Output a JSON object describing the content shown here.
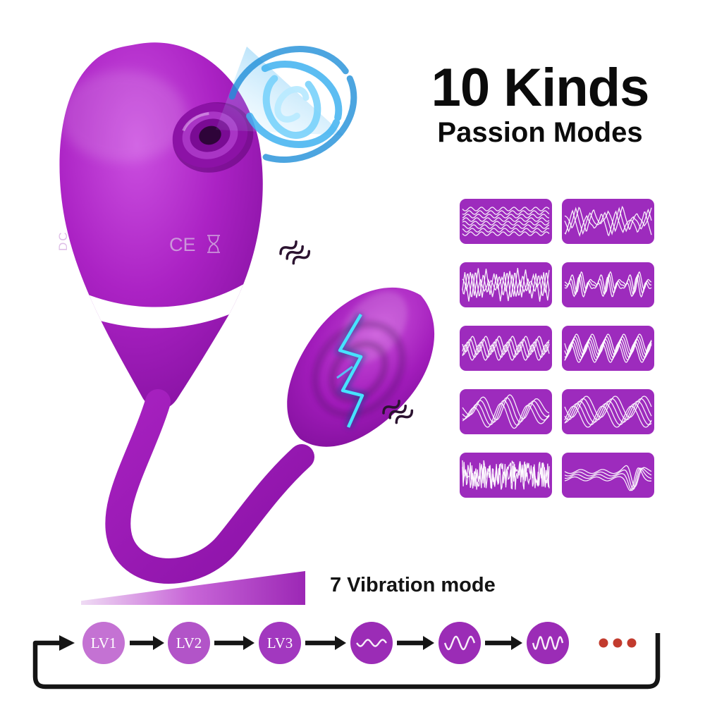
{
  "title": {
    "line1": "10 Kinds",
    "line2": "Passion Modes"
  },
  "device": {
    "dc_label": "DC",
    "ce_label": "CE"
  },
  "bottom": {
    "label": "7 Vibration mode"
  },
  "colors": {
    "brand_purple": "#a21cbb",
    "tile_purple": "#9d2bbd",
    "suction_blue": "#2ea8ee",
    "arrow_black": "#151515",
    "ellipsis_red": "#c23b2e"
  },
  "modes": [
    {
      "name": "ripple-dense",
      "kind": "sine",
      "rows": 8,
      "spacing": 5,
      "freq": 8,
      "amp": 2.6,
      "phaseStep": 0.9
    },
    {
      "name": "burst-zigzag",
      "kind": "zigzag",
      "rows": 3,
      "spacing": 3,
      "freq": 6,
      "amp": 19,
      "envelope": "ragged",
      "phaseStep": 1.4
    },
    {
      "name": "dense-zigzag",
      "kind": "zigzag",
      "rows": 3,
      "spacing": 3,
      "freq": 11,
      "amp": 21,
      "envelope": "ragged",
      "phaseStep": 2.1
    },
    {
      "name": "pulse-wave",
      "kind": "sine",
      "rows": 3,
      "spacing": 4,
      "freq": 9,
      "amp": 15,
      "envelope": "pulse",
      "phaseStep": 0.9
    },
    {
      "name": "medium-wave",
      "kind": "sine",
      "rows": 4,
      "spacing": 4,
      "freq": 6.5,
      "amp": 11,
      "phaseStep": 1.1
    },
    {
      "name": "smooth-wave",
      "kind": "sine",
      "rows": 5,
      "spacing": 3.5,
      "freq": 5.5,
      "amp": 13,
      "phaseStep": 0.55
    },
    {
      "name": "big-wave",
      "kind": "sine",
      "rows": 4,
      "spacing": 4,
      "freq": 3.2,
      "amp": 18,
      "envelope": "gentle",
      "phaseStep": 0.7
    },
    {
      "name": "soft-wave",
      "kind": "sine",
      "rows": 5,
      "spacing": 3.5,
      "freq": 3,
      "amp": 15,
      "phaseStep": 0.7
    },
    {
      "name": "noise-spikes",
      "kind": "noise",
      "rows": 2,
      "spacing": 2,
      "amp": 20
    },
    {
      "name": "peak-wave",
      "kind": "sine",
      "rows": 4,
      "spacing": 3.5,
      "freq": 4,
      "amp": 8,
      "envelope": "endpeak",
      "phaseStep": 0.6
    }
  ],
  "sequence": {
    "items": [
      {
        "label": "LV1",
        "color": "#c472d3"
      },
      {
        "label": "LV2",
        "color": "#b254c8"
      },
      {
        "label": "LV3",
        "color": "#a238bf"
      },
      {
        "icon": "wave-small-icon",
        "color": "#9b2cb6",
        "wave": {
          "name": "wave-small",
          "kind": "sine",
          "rows": 1,
          "freq": 2,
          "amp": 4.5,
          "sw": 2.4
        }
      },
      {
        "icon": "wave-medium-icon",
        "color": "#9b2cb6",
        "wave": {
          "name": "wave-medium",
          "kind": "sine",
          "rows": 1,
          "freq": 2,
          "amp": 9,
          "sw": 2.4
        }
      },
      {
        "icon": "wave-large-icon",
        "color": "#9b2cb6",
        "wave": {
          "name": "wave-large",
          "kind": "sine",
          "rows": 1,
          "freq": 3,
          "amp": 8.5,
          "sw": 2.4
        }
      }
    ]
  }
}
